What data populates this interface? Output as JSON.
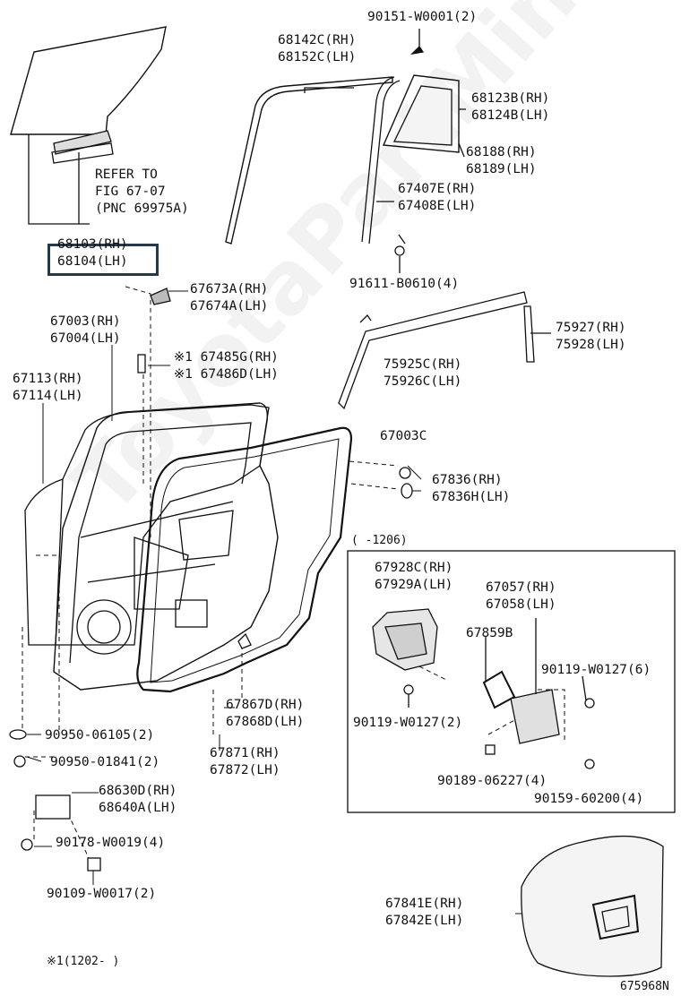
{
  "watermark": "ToyotaPartMine.ru",
  "labels": {
    "glass_clip": "90151-W0001(2)",
    "run_channel": [
      "68142C(RH)",
      "68152C(LH)"
    ],
    "quarter_glass": [
      "68123B(RH)",
      "68124B(LH)"
    ],
    "quarter_seal": [
      "68188(RH)",
      "68189(LH)"
    ],
    "division_bar": [
      "67407E(RH)",
      "67408E(LH)"
    ],
    "bolt_91611": "91611-B0610(4)",
    "refer": [
      "REFER TO",
      "FIG 67-07",
      "(PNC 69975A)"
    ],
    "glass": [
      "68103(RH)",
      "68104(LH)"
    ],
    "hinge_cover": [
      "67673A(RH)",
      "67674A(LH)"
    ],
    "door_panel": [
      "67003(RH)",
      "67004(LH)"
    ],
    "clip_67485": [
      "※1 67485G(RH)",
      "※1 67486D(LH)"
    ],
    "outer_panel": [
      "67113(RH)",
      "67114(LH)"
    ],
    "garnish_75927": [
      "75927(RH)",
      "75928(LH)"
    ],
    "garnish_75925": [
      "75925C(RH)",
      "75926C(LH)"
    ],
    "plug_67003c": "67003C",
    "grommet_67836": [
      "67836(RH)",
      "67836H(LH)"
    ],
    "bracket_range": "(   -1206)",
    "module_67928": [
      "67928C(RH)",
      "67929A(LH)"
    ],
    "bracket_67057": [
      "67057(RH)",
      "67058(LH)"
    ],
    "pad_67859b": "67859B",
    "screw_90119_6": "90119-W0127(6)",
    "screw_90119_2": "90119-W0127(2)",
    "clip_90189": "90189-06227(4)",
    "screw_90159": "90159-60200(4)",
    "seal_67867": [
      "67867D(RH)",
      "67868D(LH)"
    ],
    "weatherstrip_67871": [
      "67871(RH)",
      "67872(LH)"
    ],
    "plug_90950_06105": "90950-06105(2)",
    "plug_90950_01841": "90950-01841(2)",
    "check_68630": [
      "68630D(RH)",
      "68640A(LH)"
    ],
    "bolt_90178": "90178-W0019(4)",
    "bolt_90109": "90109-W0017(2)",
    "film_67841": [
      "67841E(RH)",
      "67842E(LH)"
    ],
    "footnote": "※1(1202-    )",
    "figure_code": "675968N"
  },
  "colors": {
    "line": "#111111",
    "highlight": "#243a4a",
    "fill": "#e6e6e6"
  }
}
